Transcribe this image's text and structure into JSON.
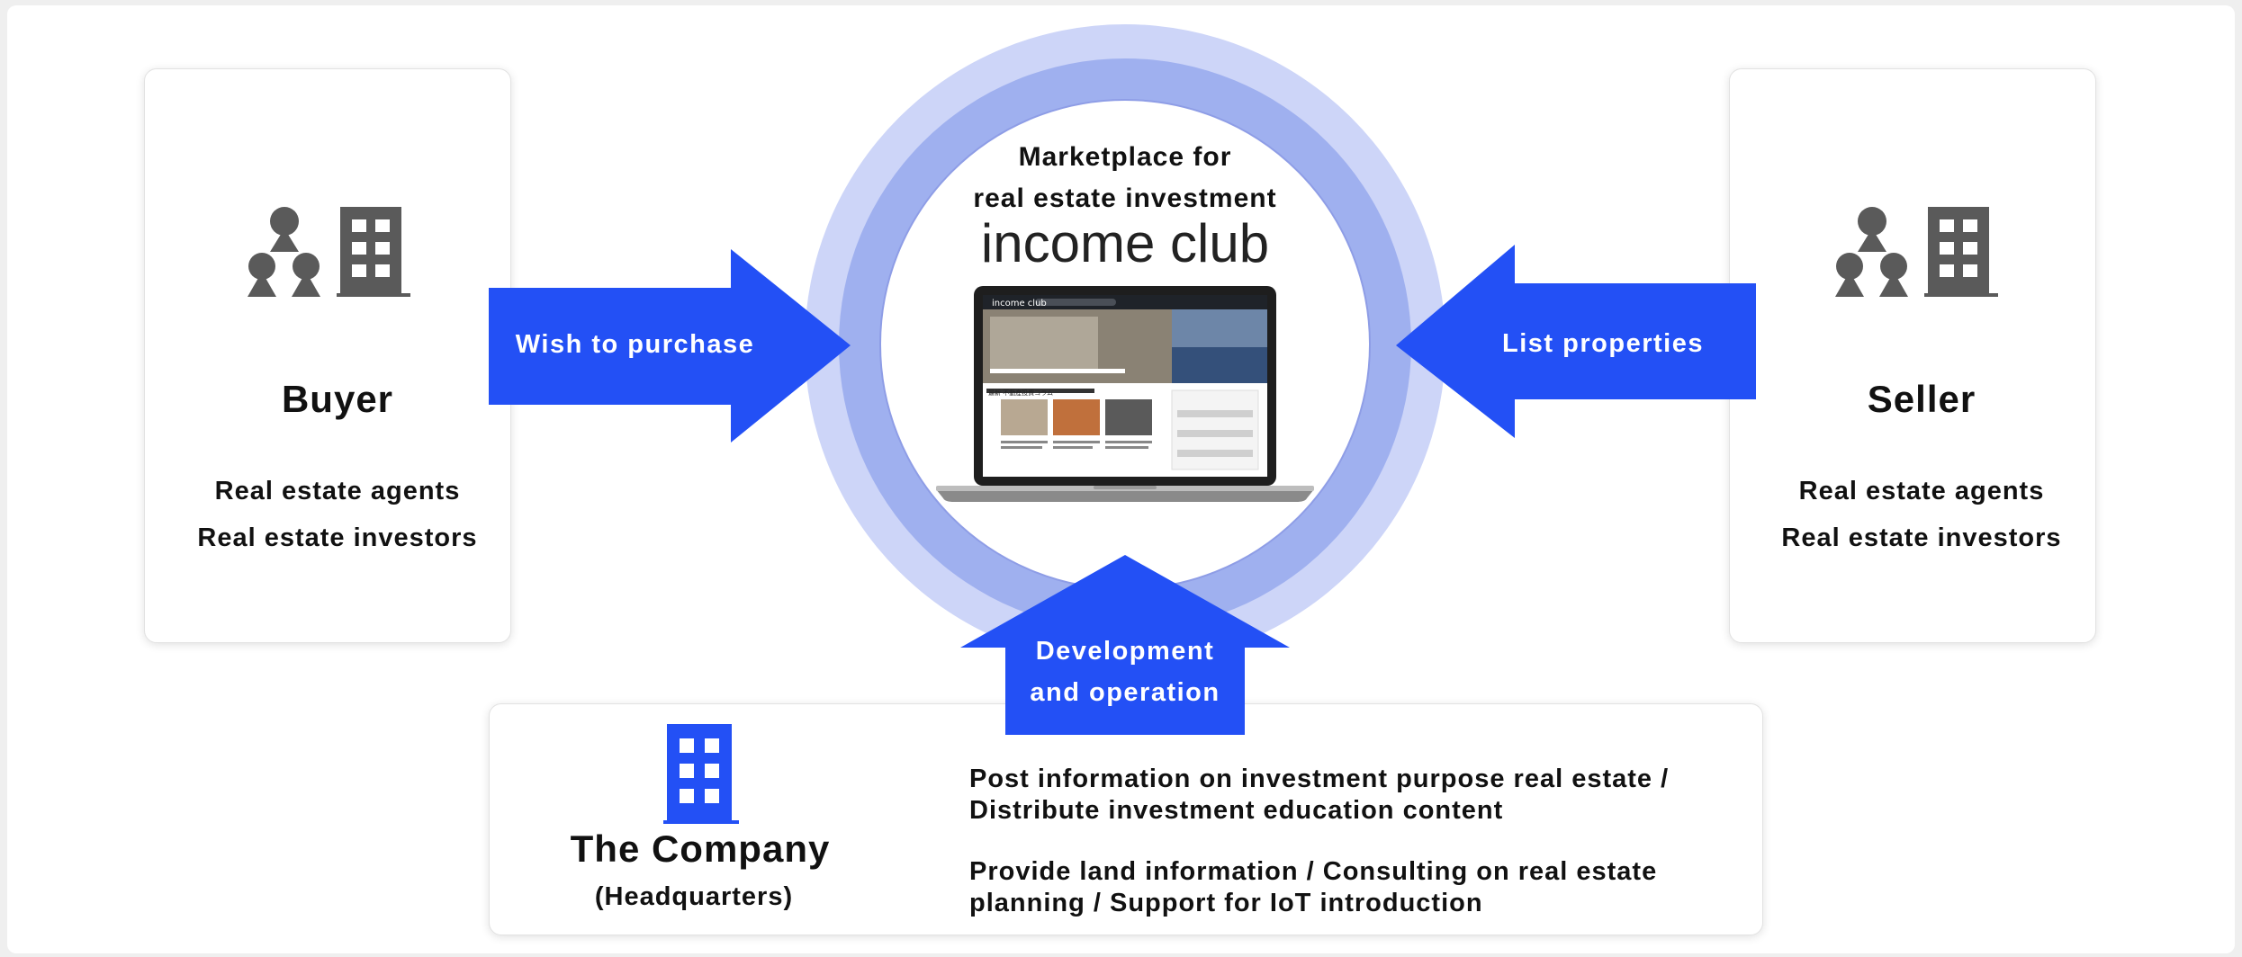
{
  "buyer": {
    "title": "Buyer",
    "lines": [
      "Real estate agents",
      "Real estate investors"
    ]
  },
  "seller": {
    "title": "Seller",
    "lines": [
      "Real estate agents",
      "Real estate investors"
    ]
  },
  "arrows": {
    "buy": "Wish to purchase",
    "list": "List properties",
    "dev_line1": "Development",
    "dev_line2": "and operation"
  },
  "marketplace": {
    "line1": "Marketplace for",
    "line2": "real estate investment",
    "logo": "income club"
  },
  "laptop_screen": {
    "site_name": "income club",
    "column_title": "最新 不動産投資コラム"
  },
  "company": {
    "title": "The Company",
    "subtitle": "(Headquarters)",
    "para1_line1": "Post information on investment purpose real estate /",
    "para1_line2": "Distribute investment education content",
    "para2_line1": "Provide land information / Consulting on real estate",
    "para2_line2": "planning / Support for IoT introduction"
  },
  "colors": {
    "arrow_blue": "#2350f5",
    "ring_outer": "#cdd5f8",
    "ring_inner": "#9fb0ef",
    "icon_gray": "#5a5a5a",
    "company_icon_blue": "#2350f5"
  },
  "icons": [
    "people-icon",
    "building-icon",
    "laptop-icon"
  ]
}
